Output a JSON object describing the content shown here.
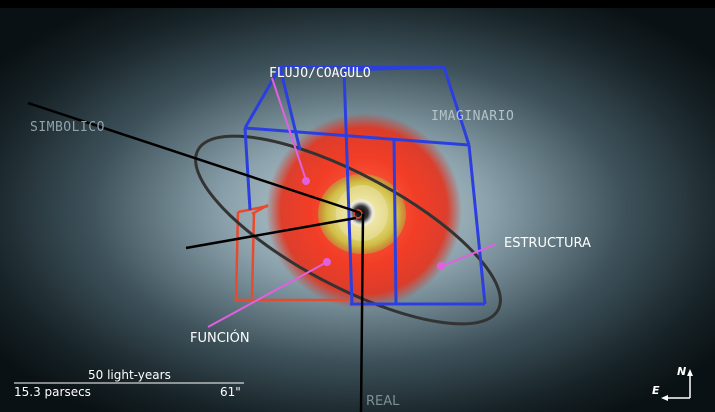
{
  "labels": {
    "simbolico": "SIMBOLICO",
    "imaginario": "IMAGINARIO",
    "real": "REAL",
    "flujo": "FLUJO/COAGULO",
    "estructura": "ESTRUCTURA",
    "funcion": "FUNCIÓN"
  },
  "scale": {
    "light_years": "50 light-years",
    "parsecs": "15.3 parsecs",
    "arcsec": "61\""
  },
  "compass": {
    "north": "N",
    "east": "E"
  },
  "colors": {
    "frame_background": "#000000",
    "vignette_center": "#b9cbd3",
    "vignette_edge": "#0b1418",
    "red_sphere": "#f2402a",
    "yellow_core": "#d6c84a",
    "cube_blue": "#2b3fe0",
    "cube_red": "#e84a2e",
    "magenta_marker": "#e060e0",
    "orbit_ring": "#3a3a3a"
  }
}
